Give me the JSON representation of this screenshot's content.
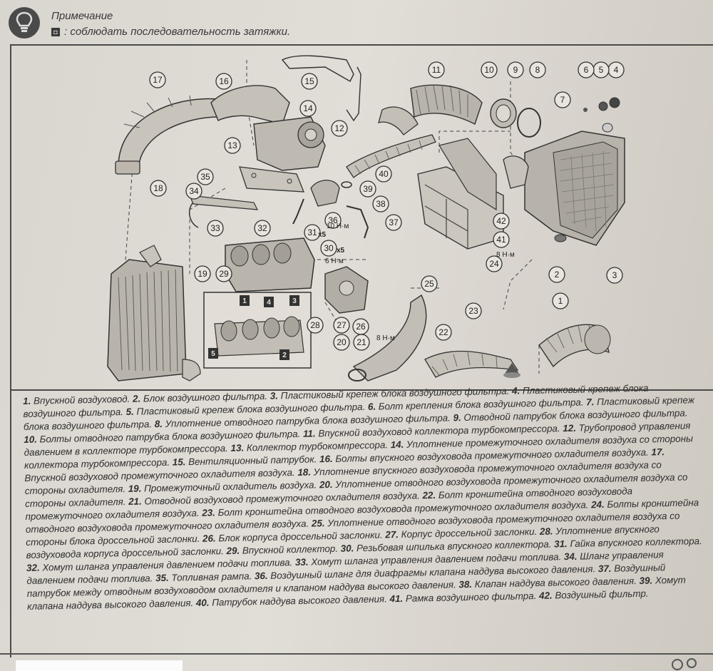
{
  "note": {
    "title": "Примечание",
    "icon_glyph": "◘",
    "text": ": соблюдать последовательность затяжки."
  },
  "diagram": {
    "callouts": [
      {
        "n": "1"
      },
      {
        "n": "2"
      },
      {
        "n": "3"
      },
      {
        "n": "4"
      },
      {
        "n": "5"
      },
      {
        "n": "6"
      },
      {
        "n": "7"
      },
      {
        "n": "8"
      },
      {
        "n": "9"
      },
      {
        "n": "10"
      },
      {
        "n": "11"
      },
      {
        "n": "12"
      },
      {
        "n": "13"
      },
      {
        "n": "14"
      },
      {
        "n": "15"
      },
      {
        "n": "16"
      },
      {
        "n": "17"
      },
      {
        "n": "18"
      },
      {
        "n": "19"
      },
      {
        "n": "20"
      },
      {
        "n": "21"
      },
      {
        "n": "22"
      },
      {
        "n": "23"
      },
      {
        "n": "24"
      },
      {
        "n": "25"
      },
      {
        "n": "26"
      },
      {
        "n": "27"
      },
      {
        "n": "28"
      },
      {
        "n": "29"
      },
      {
        "n": "30"
      },
      {
        "n": "31"
      },
      {
        "n": "32"
      },
      {
        "n": "33"
      },
      {
        "n": "34"
      },
      {
        "n": "35"
      },
      {
        "n": "36"
      },
      {
        "n": "37"
      },
      {
        "n": "38"
      },
      {
        "n": "39"
      },
      {
        "n": "40"
      },
      {
        "n": "41"
      },
      {
        "n": "42"
      }
    ],
    "torque_labels": {
      "t10": "10 Н·м",
      "t6": "6 Н·м",
      "t8a": "8 Н·м",
      "t8b": "8 Н·м",
      "x5a": "x5",
      "x5b": "x5"
    },
    "inset_numbers": [
      "1",
      "4",
      "3",
      "5",
      "2"
    ]
  },
  "legend": [
    {
      "n": "1.",
      "t": " Впускной воздуховод. "
    },
    {
      "n": "2.",
      "t": " Блок воздушного фильтра. "
    },
    {
      "n": "3.",
      "t": " Пластиковый крепеж блока воздушного фильтра. "
    },
    {
      "n": "4.",
      "t": " Пластиковый крепеж блока воздушного фильтра. "
    },
    {
      "n": "5.",
      "t": " Пластиковый крепеж блока воздушного фильтра. "
    },
    {
      "n": "6.",
      "t": " Болт крепления блока воздушного фильтра. "
    },
    {
      "n": "7.",
      "t": " Пластиковый крепеж блока воздушного фильтра. "
    },
    {
      "n": "8.",
      "t": " Уплотнение отводного патрубка блока воздушного фильтра. "
    },
    {
      "n": "9.",
      "t": " Отводной патрубок блока воздушного фильтра. "
    },
    {
      "n": "10.",
      "t": " Болты отводного патрубка блока воздушного фильтра. "
    },
    {
      "n": "11.",
      "t": " Впускной воздуховод коллектора турбокомпрессора. "
    },
    {
      "n": "12.",
      "t": " Трубопровод управления давлением в коллекторе турбокомпрессора. "
    },
    {
      "n": "13.",
      "t": " Коллектор турбокомпрессора. "
    },
    {
      "n": "14.",
      "t": " Уплотнение промежуточного охладителя воздуха со стороны коллектора турбокомпрессора. "
    },
    {
      "n": "15.",
      "t": " Вентиляционный патрубок. "
    },
    {
      "n": "16.",
      "t": " Болты впускного воздуховода промежуточного охладителя воздуха. "
    },
    {
      "n": "17.",
      "t": " Впускной воздуховод промежуточного охладителя воздуха. "
    },
    {
      "n": "18.",
      "t": " Уплотнение впускного воздуховода промежуточного охладителя воздуха со стороны охладителя. "
    },
    {
      "n": "19.",
      "t": " Промежуточный охладитель воздуха. "
    },
    {
      "n": "20.",
      "t": " Уплотнение отводного воздуховода промежуточного охладителя воздуха со стороны охладителя. "
    },
    {
      "n": "21.",
      "t": " Отводной воздуховод промежуточного охладителя воздуха. "
    },
    {
      "n": "22.",
      "t": " Болт кронштейна отводного воздуховода промежуточного охладителя воздуха. "
    },
    {
      "n": "23.",
      "t": " Болт кронштейна отводного воздуховода промежуточного охладителя воздуха. "
    },
    {
      "n": "24.",
      "t": " Болты кронштейна отводного воздуховода промежуточного охладителя воздуха. "
    },
    {
      "n": "25.",
      "t": " Уплотнение отводного воздуховода промежуточного охладителя воздуха со стороны блока дроссельной заслонки. "
    },
    {
      "n": "26.",
      "t": " Блок корпуса дроссельной заслонки. "
    },
    {
      "n": "27.",
      "t": " Корпус дроссельной заслонки. "
    },
    {
      "n": "28.",
      "t": " Уплотнение впускного воздуховода корпуса дроссельной заслонки. "
    },
    {
      "n": "29.",
      "t": " Впускной коллектор. "
    },
    {
      "n": "30.",
      "t": " Резьбовая шпилька впускного коллектора. "
    },
    {
      "n": "31.",
      "t": " Гайка впускного коллектора. "
    },
    {
      "n": "32.",
      "t": " Хомут шланга управления давлением подачи топлива. "
    },
    {
      "n": "33.",
      "t": " Хомут шланга управления давлением подачи топлива. "
    },
    {
      "n": "34.",
      "t": " Шланг управления давлением подачи топлива. "
    },
    {
      "n": "35.",
      "t": " Топливная рампа. "
    },
    {
      "n": "36.",
      "t": " Воздушный шланг для диафрагмы клапана наддува высокого давления. "
    },
    {
      "n": "37.",
      "t": " Воздушный патрубок между отводным воздуховодом охладителя и клапаном наддува высокого давления. "
    },
    {
      "n": "38.",
      "t": " Клапан наддува высокого давления. "
    },
    {
      "n": "39.",
      "t": " Хомут клапана наддува высокого давления. "
    },
    {
      "n": "40.",
      "t": " Патрубок наддува высокого давления. "
    },
    {
      "n": "41.",
      "t": " Рамка воздушного фильтра. "
    },
    {
      "n": "42.",
      "t": " Воздушный фильтр."
    }
  ],
  "colors": {
    "paper": "#dcd8d2",
    "ink": "#2e2e2e",
    "callout_bg": "#e8e4de"
  }
}
